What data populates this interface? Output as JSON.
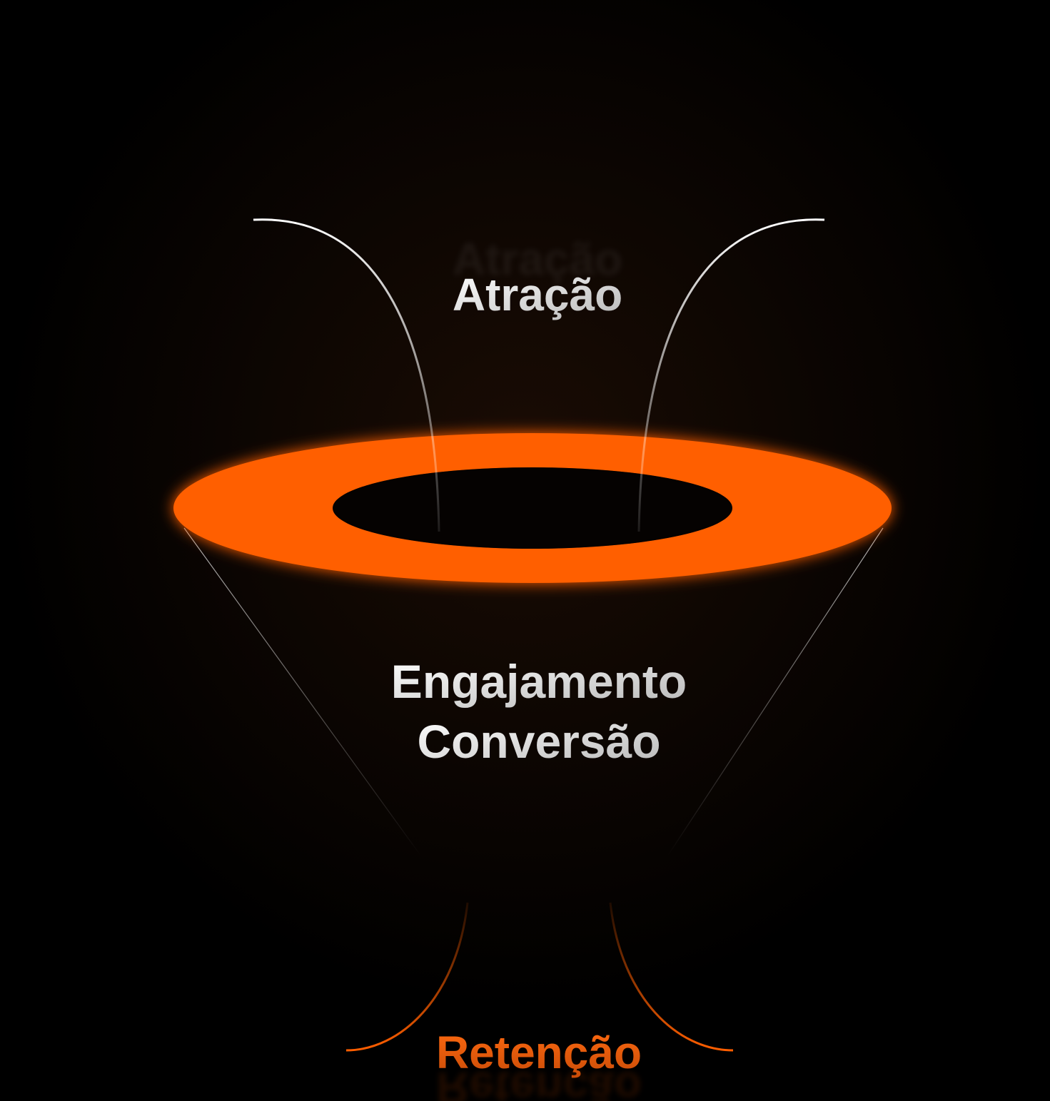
{
  "funnel": {
    "stages": [
      {
        "label": "Atração"
      },
      {
        "label": "Engajamento"
      },
      {
        "label": "Conversão"
      },
      {
        "label": "Retenção"
      }
    ]
  },
  "colors": {
    "accent": "#ff5e00",
    "retention_text": "#e8590c",
    "background": "#000000"
  }
}
